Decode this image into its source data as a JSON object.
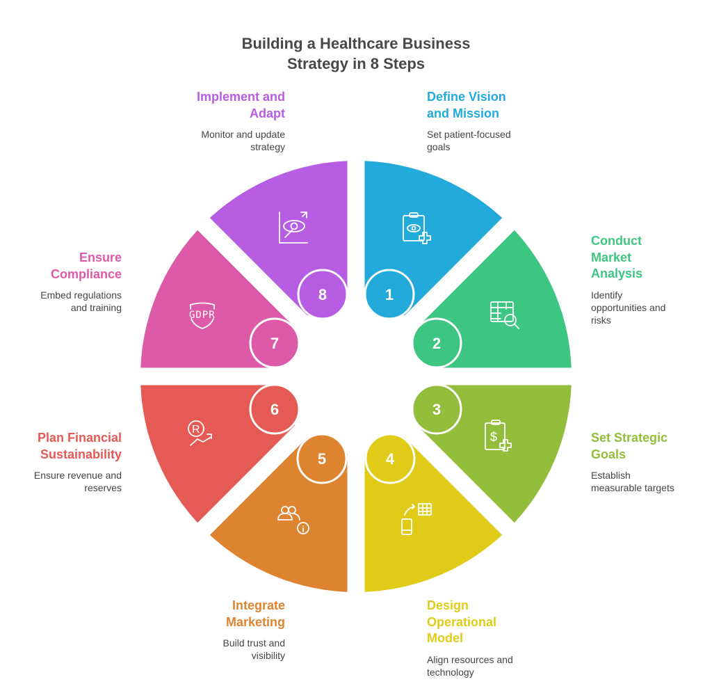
{
  "title": [
    "Building a Healthcare Business",
    "Strategy in 8 Steps"
  ],
  "steps": [
    {
      "number": "1",
      "title": "Define Vision and Mission",
      "title_lines": [
        "Define Vision",
        "and Mission"
      ],
      "description_lines": [
        "Set patient-focused",
        "goals"
      ],
      "color": "#22ABDA",
      "icon": "clipboard-eye-plus-icon"
    },
    {
      "number": "2",
      "title": "Conduct Market Analysis",
      "title_lines": [
        "Conduct",
        "Market",
        "Analysis"
      ],
      "description_lines": [
        "Identify",
        "opportunities and",
        "risks"
      ],
      "color": "#3DC682",
      "icon": "table-search-icon"
    },
    {
      "number": "3",
      "title": "Set Strategic Goals",
      "title_lines": [
        "Set Strategic",
        "Goals"
      ],
      "description_lines": [
        "Establish",
        "measurable targets"
      ],
      "color": "#92BE3B",
      "icon": "clipboard-dollar-plus-icon"
    },
    {
      "number": "4",
      "title": "Design Operational Model",
      "title_lines": [
        "Design",
        "Operational",
        "Model"
      ],
      "description_lines": [
        "Align resources and",
        "technology"
      ],
      "color": "#E0CC18",
      "icon": "phone-table-sync-icon"
    },
    {
      "number": "5",
      "title": "Integrate Marketing",
      "title_lines": [
        "Integrate",
        "Marketing"
      ],
      "description_lines": [
        "Build trust and",
        "visibility"
      ],
      "color": "#DE8430",
      "icon": "users-info-icon"
    },
    {
      "number": "6",
      "title": "Plan Financial Sustainability",
      "title_lines": [
        "Plan Financial",
        "Sustainability"
      ],
      "description_lines": [
        "Ensure revenue and",
        "reserves"
      ],
      "color": "#E55A54",
      "icon": "registered-trend-icon"
    },
    {
      "number": "7",
      "title": "Ensure Compliance",
      "title_lines": [
        "Ensure",
        "Compliance"
      ],
      "description_lines": [
        "Embed regulations",
        "and training"
      ],
      "color": "#DD5AA8",
      "icon": "gdpr-shield-icon",
      "icon_text": "GDPR"
    },
    {
      "number": "8",
      "title": "Implement and Adapt",
      "title_lines": [
        "Implement and",
        "Adapt"
      ],
      "description_lines": [
        "Monitor and update",
        "strategy"
      ],
      "color": "#B65DE3",
      "icon": "eye-chart-icon"
    }
  ]
}
